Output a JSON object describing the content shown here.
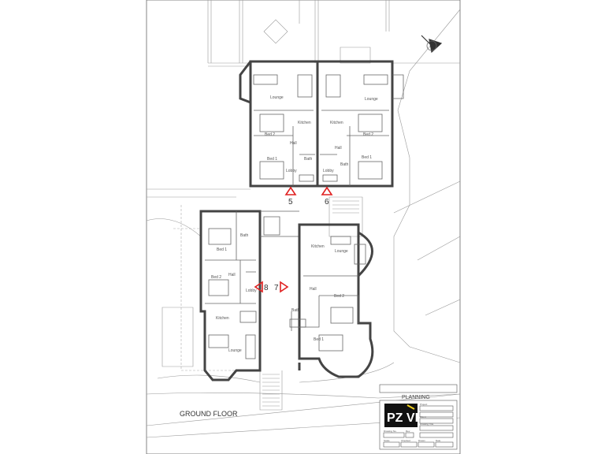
{
  "drawing": {
    "title": "GROUND FLOOR",
    "rooms_upper_left": [
      "Lounge",
      "Kitchen",
      "Bed 2",
      "Hall",
      "Bed 1",
      "Bath",
      "Lobby"
    ],
    "rooms_upper_right": [
      "Lounge",
      "Kitchen",
      "Bed 2",
      "Hall",
      "Bed 1",
      "Bath",
      "Lobby"
    ],
    "rooms_lower_left": [
      "Bed 1",
      "Bath",
      "Bed 2",
      "Hall",
      "Lobby",
      "Kitchen",
      "Lounge"
    ],
    "rooms_lower_right": [
      "Kitchen",
      "Lounge",
      "Hall",
      "Bed 2",
      "Bath",
      "Bed 1"
    ],
    "markers": [
      "5",
      "6",
      "7",
      "8"
    ],
    "marker_color": "#e02020"
  },
  "title_block": {
    "stage": "PLANNING",
    "logo": "PZ VI",
    "headings": [
      "Project",
      "Client",
      "Drawing Title",
      "Drawing No.",
      "Rev",
      "Scale",
      "Checked",
      "Date",
      "Drawn"
    ]
  }
}
